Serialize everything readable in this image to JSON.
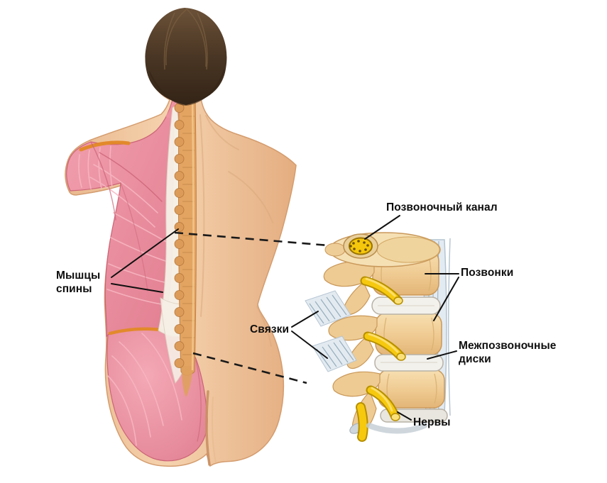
{
  "labels": {
    "back_muscles": {
      "line1": "Мышцы",
      "line2": "спины"
    },
    "spinal_canal": "Позвоночный канал",
    "vertebrae": "Позвонки",
    "ligaments": "Связки",
    "intervertebral_discs": {
      "line1": "Межпозвоночные",
      "line2": "диски"
    },
    "nerves": "Нервы"
  },
  "colors": {
    "background": "#ffffff",
    "skin": "#f2c9a2",
    "muscle_pink": "#ee8f9f",
    "tendon_orange": "#e2892b",
    "spine_bone": "#e3a462",
    "vertebra_bone": "#f1cf9c",
    "disc_white": "#f3f1ec",
    "nerve_yellow": "#f6c90e",
    "ligament_blue_gray": "#e2eaf1",
    "hair_brown": "#4a3624",
    "label_text": "#0e0e0e"
  }
}
